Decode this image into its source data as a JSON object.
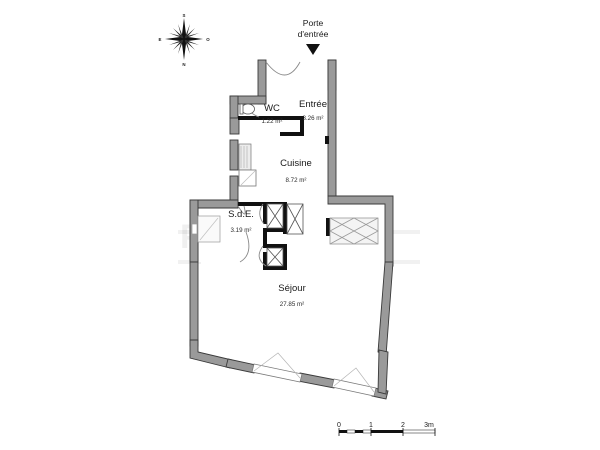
{
  "document": {
    "type": "floor-plan",
    "language": "fr",
    "background_color": "#ffffff"
  },
  "compass": {
    "name": "compass-rose",
    "north_label": "N",
    "south_label": "S",
    "east_label": "E",
    "west_label": "O"
  },
  "entry": {
    "label_line1": "Porte",
    "label_line2": "d'entrée",
    "marker": "down-arrow"
  },
  "rooms": [
    {
      "id": "wc",
      "name": "WC",
      "area": "1.22 m²"
    },
    {
      "id": "entree",
      "name": "Entrée",
      "area": "3.26 m²"
    },
    {
      "id": "cuisine",
      "name": "Cuisine",
      "area": "8.72 m²"
    },
    {
      "id": "sde",
      "name": "S.d.E.",
      "area": "3.19 m²"
    },
    {
      "id": "sejour",
      "name": "Séjour",
      "area": "27.85 m²"
    }
  ],
  "scale_bar": {
    "name": "scale-bar",
    "ticks": [
      "0",
      "1",
      "2",
      "3m"
    ],
    "unit": "m"
  },
  "watermark": {
    "text": "PLANVIEW"
  },
  "colors": {
    "wall_fill": "#9a9a9a",
    "wall_stroke": "#3a3a3a",
    "interior_wall": "#111111",
    "floor": "#ffffff",
    "text": "#1a1a1a"
  }
}
